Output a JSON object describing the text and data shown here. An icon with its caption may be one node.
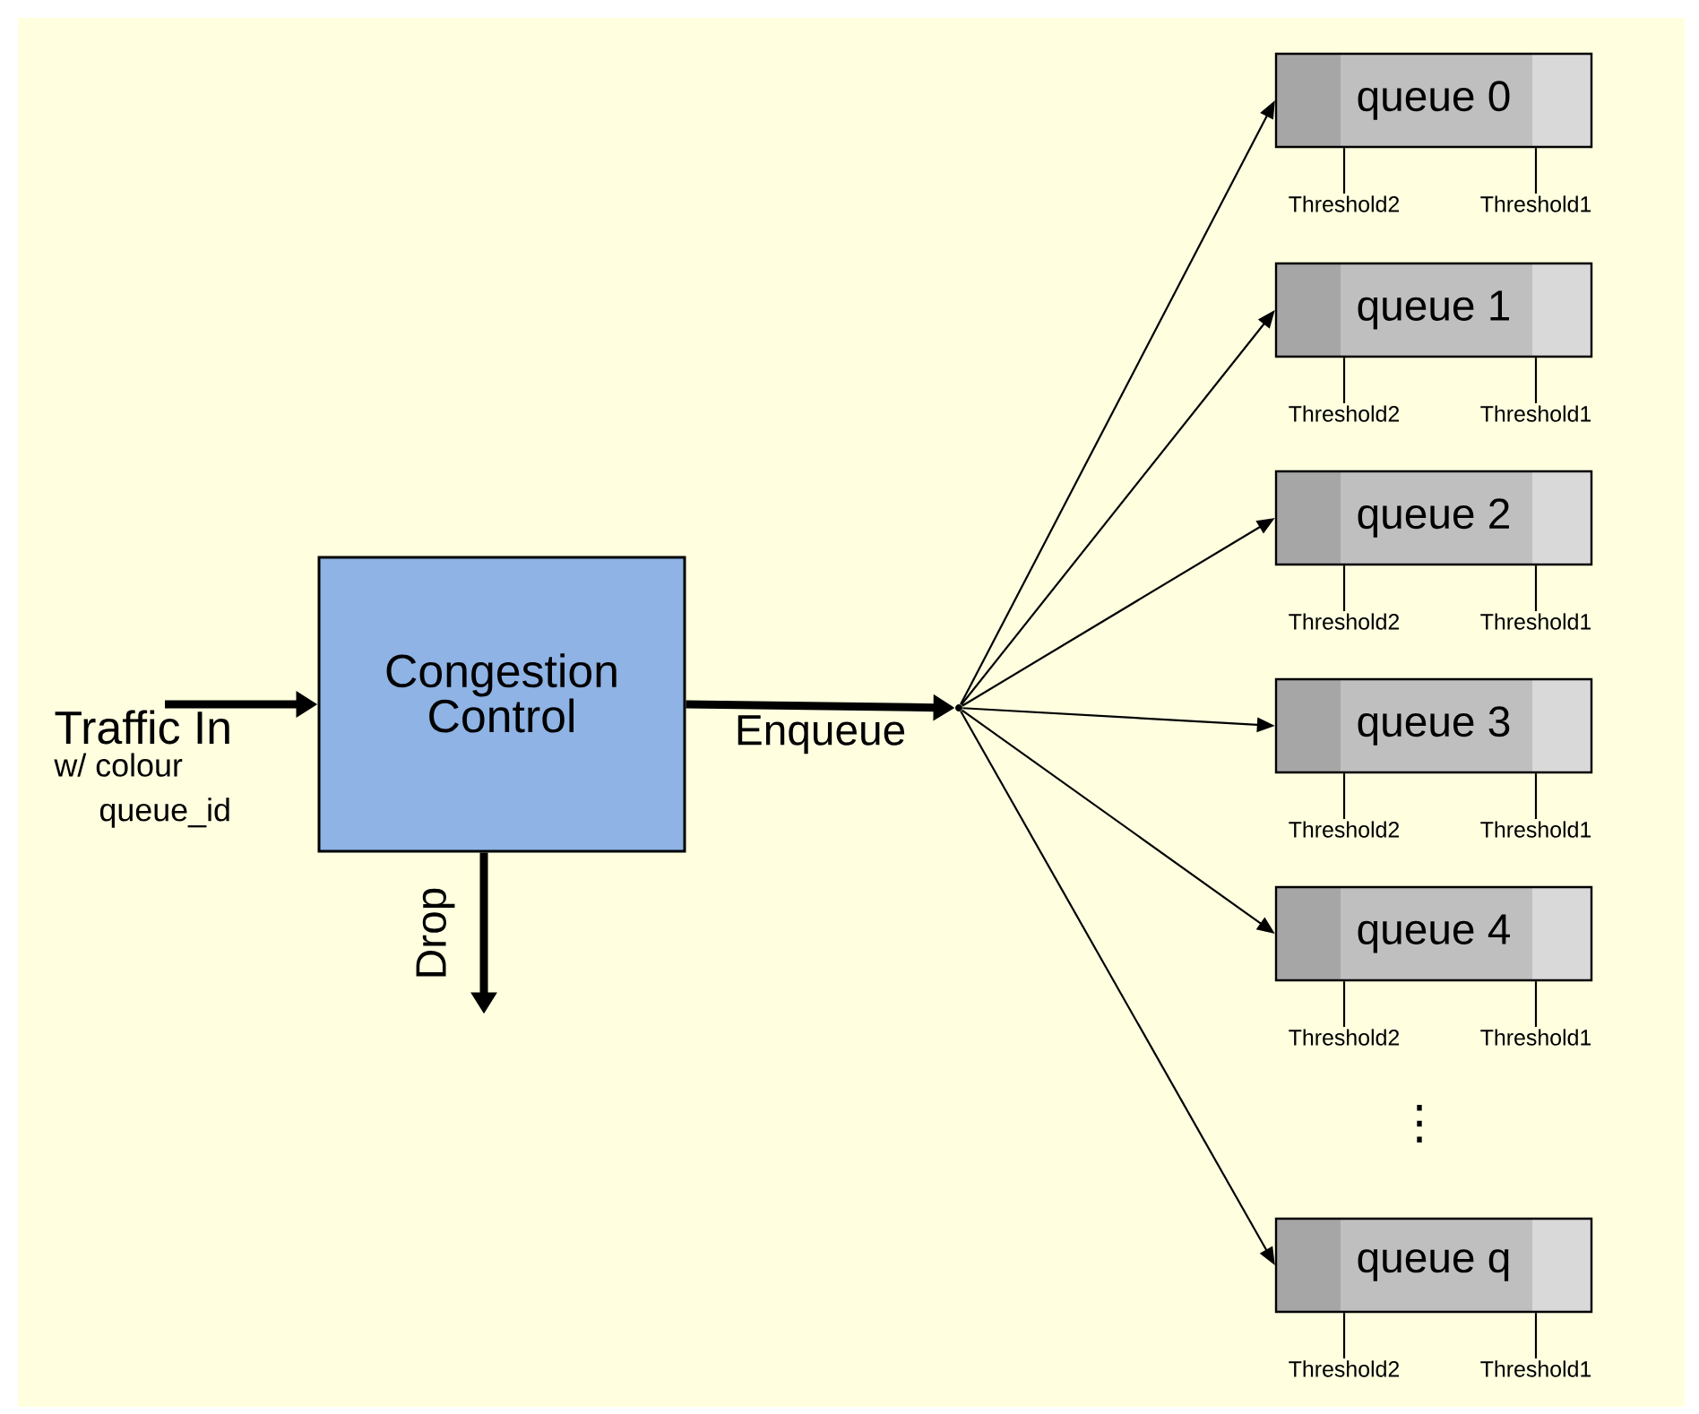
{
  "diagram": {
    "nodes": [
      {
        "text": [
          "Traffic In",
          "w/ colour queue_id"
        ]
      },
      {
        "text": [
          "Congestion Control"
        ]
      },
      {
        "text": [],
        "shape": "dot"
      },
      {
        "text": [
          "queue 0"
        ]
      },
      {
        "text": [
          "queue 1"
        ]
      },
      {
        "text": [
          "queue 2"
        ]
      },
      {
        "text": [
          "queue 3"
        ]
      },
      {
        "text": [
          "queue 4"
        ]
      },
      {
        "text": [
          "queue q"
        ]
      },
      {
        "text": [
          "Threshold2"
        ]
      },
      {
        "text": [
          "Threshold1"
        ]
      },
      {
        "text": [
          "Threshold2"
        ]
      },
      {
        "text": [
          "Threshold1"
        ]
      },
      {
        "text": [
          "Threshold2"
        ]
      },
      {
        "text": [
          "Threshold1"
        ]
      },
      {
        "text": [
          "Threshold2"
        ]
      },
      {
        "text": [
          "Threshold1"
        ]
      },
      {
        "text": [
          "Threshold2"
        ]
      },
      {
        "text": [
          "Threshold1"
        ]
      },
      {
        "text": [
          "Threshold2"
        ]
      },
      {
        "text": [
          "Threshold1"
        ]
      }
    ],
    "edges": [
      {
        "from": 0,
        "to": 1,
        "arrow": "to",
        "style": "thick"
      },
      {
        "from": 1,
        "to": null,
        "arrow": "to",
        "style": "thick",
        "label": "Drop"
      },
      {
        "from": 1,
        "to": 2,
        "arrow": "to",
        "style": "thick",
        "label": "Enqueue"
      },
      {
        "from": 2,
        "to": 3,
        "arrow": "to"
      },
      {
        "from": 2,
        "to": 4,
        "arrow": "to"
      },
      {
        "from": 2,
        "to": 5,
        "arrow": "to"
      },
      {
        "from": 2,
        "to": 6,
        "arrow": "to"
      },
      {
        "from": 2,
        "to": 7,
        "arrow": "to"
      },
      {
        "from": 2,
        "to": 8,
        "arrow": "to"
      },
      {
        "from": 9,
        "to": 3,
        "arrow": "none"
      },
      {
        "from": 10,
        "to": 3,
        "arrow": "none"
      },
      {
        "from": 11,
        "to": 4,
        "arrow": "none"
      },
      {
        "from": 12,
        "to": 4,
        "arrow": "none"
      },
      {
        "from": 13,
        "to": 5,
        "arrow": "none"
      },
      {
        "from": 14,
        "to": 5,
        "arrow": "none"
      },
      {
        "from": 15,
        "to": 6,
        "arrow": "none"
      },
      {
        "from": 16,
        "to": 6,
        "arrow": "none"
      },
      {
        "from": 17,
        "to": 7,
        "arrow": "none"
      },
      {
        "from": 18,
        "to": 7,
        "arrow": "none"
      },
      {
        "from": 19,
        "to": 8,
        "arrow": "none"
      },
      {
        "from": 20,
        "to": 8,
        "arrow": "none"
      }
    ],
    "labels": [
      "⋮"
    ]
  }
}
